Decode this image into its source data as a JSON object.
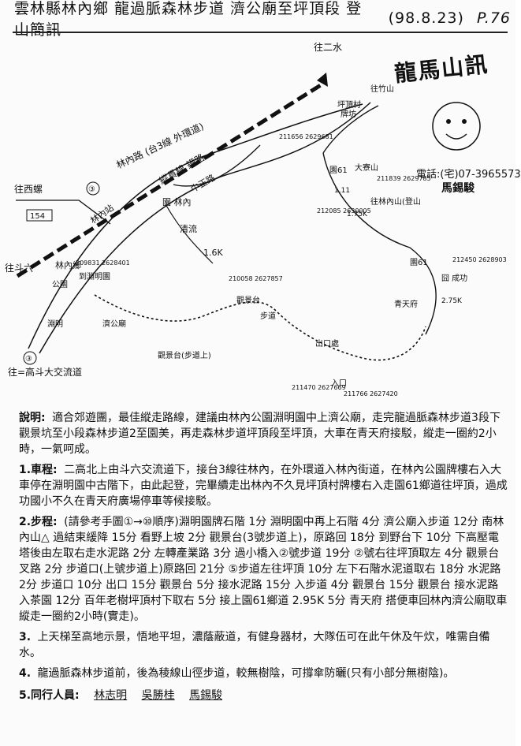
{
  "header": {
    "title": "雲林縣林內鄉 龍過脈森林步道 濟公廟至坪頂段 登山簡訊",
    "date": "(98.8.23)",
    "page": "P.76"
  },
  "logo": {
    "brand": "龍馬山訊",
    "telephone": "電話:(宅)07-3965573",
    "person": "馬錫駿"
  },
  "map": {
    "labels": {
      "to_shui": "往二水",
      "to_xiluo": "往西螺",
      "route_154": "154",
      "to_douliu": "往斗六",
      "to_gaotie": "往=高斗大交流道",
      "route_3a": "③",
      "route_3b": "③",
      "linnei_road": "林內路 (台3線 外環道)",
      "railway": "縱貫線 鐵路",
      "zhongzheng": "中正路",
      "linnei_station": "林內站",
      "linnei_town": "林內鄉",
      "yuan_linnei": "園 林內",
      "qingliu": "清流",
      "distance_1": "1.6K",
      "to_shijie": "往林內山(登山",
      "yuan61_top": "園61",
      "yuan61_mid": "園61",
      "chenggong": "囧 成功",
      "pingding": "坪頂村",
      "pingding_sign": "牌坊",
      "to_yushan": "往竹山",
      "daqiao": "大寮山",
      "distance_2": "1.75K",
      "distance_3": "2.75K",
      "distance_4": "1.11",
      "qingtianfu": "青天府",
      "jigong": "濟公廟",
      "yuanming": "淵明",
      "guanjing": "觀景台",
      "ziyou": "出口處",
      "buxing": "步道",
      "tiao_yuan": "到淵明園",
      "observe": "觀景台(步道上)",
      "cheng_yuan": "公園",
      "entrance": "入口"
    },
    "coords": [
      "211656\n2629681",
      "211839\n2629785",
      "212085\n2630005",
      "212450\n2628903",
      "211470\n2627669",
      "209831\n2628401",
      "210058\n2627857",
      "211766\n2627420"
    ]
  },
  "notes": {
    "sections": [
      {
        "label": "說明:",
        "text": "適合郊遊團，最佳縱走路線，建議由林內公園淵明園中上濟公廟，走完龍過脈森林步道3段下觀景坑至小段森林步道2至園美，再走森林步道坪頂段至坪頂，大車在青天府接駁，縱走一圈約2小時，一氣呵成。"
      },
      {
        "label": "1.車程:",
        "text": "二高北上由斗六交流道下，接台3線往林內，在外環道入林內街道，在林內公園牌樓右入大車停在淵明園中古階下，由此起登，完畢續走出林內不久見坪頂村牌樓右入走園61鄉道往坪頂，過成功國小不久在青天府廣場停車等候接駁。"
      },
      {
        "label": "2.步程:",
        "text": "(請參考手圖①→⑩順序)淵明園牌石階 1分 淵明園中再上石階 4分 濟公廟入步道 12分 南林內山△ 過結束緩降 15分 看野上坡 2分 觀景台(3號步道上)，原路回 18分 到野台下 10分 下高壓電塔後由左取右走水泥路 2分 左轉產業路 3分 過小橋入②號步道 19分 ②號右往坪頂取左 4分 觀景台叉路 2分 步道口(上號步道上)原路回 21分 ⑤步道左往坪頂 10分 左下石階水泥道取右 18分 水泥路 2分 步道口 10分 出口 15分 觀景台 5分 接水泥路 15分 入步道 4分 觀景台 15分 觀景台 接水泥路入茶園 12分 百年老樹坪頂村下取右 5分 接上園61鄉道 2.95K 5分 青天府 搭便車回林內濟公廟取車 縱走一圈約2小時(實走)。"
      },
      {
        "label": "3.",
        "text": "上天梯至高地示景，悟地平坦，濃蔭蔽道，有健身器材，大隊伍可在此午休及午炊，唯需自備水。"
      },
      {
        "label": "4.",
        "text": "龍過脈森林步道前，後為稜線山徑步道，較無樹陰，可撐傘防曬(只有小部分無樹陰)。"
      }
    ],
    "team_label": "5.同行人員:",
    "team": [
      "林志明",
      "吳勝桂",
      "馬錫駿"
    ]
  }
}
